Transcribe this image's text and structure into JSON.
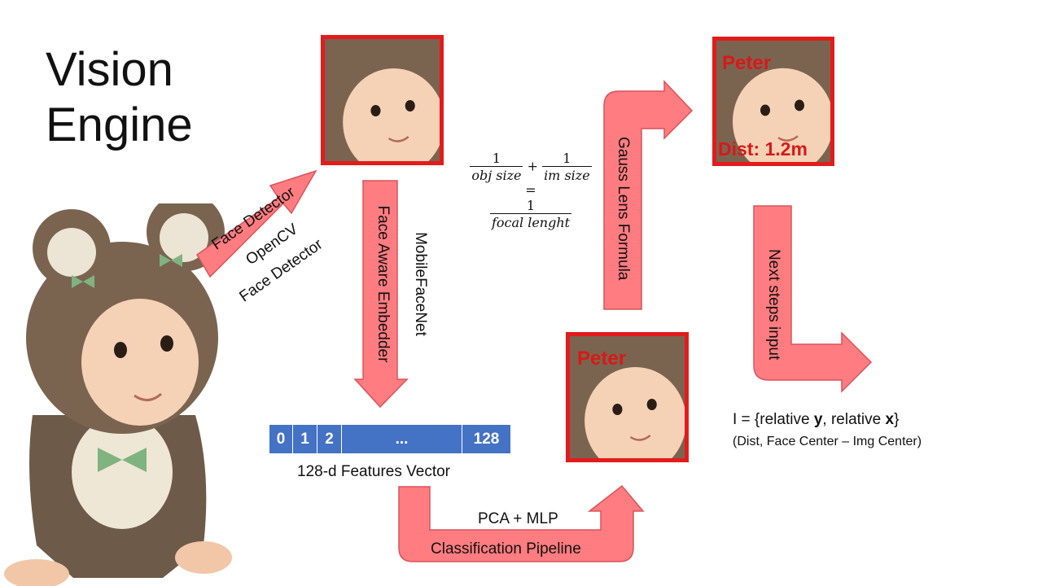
{
  "title": {
    "line1": "Vision",
    "line2": "Engine"
  },
  "arrows": {
    "face_detector": {
      "label": "Face Detector",
      "note_line1": "OpenCV",
      "note_line2": "Face Detector"
    },
    "embedder": {
      "label": "Face Aware Embedder",
      "note": "MobileFaceNet"
    },
    "classification": {
      "label": "Classification Pipeline",
      "note": "PCA + MLP"
    },
    "gauss": {
      "label": "Gauss Lens Formula"
    },
    "next_steps": {
      "label": "Next steps input"
    }
  },
  "vector": {
    "cells": [
      "0",
      "1",
      "2",
      "...",
      "128"
    ],
    "caption": "128-d Features Vector"
  },
  "formula": {
    "term1_num": "1",
    "term1_den": "obj size",
    "plus": "+",
    "term2_num": "1",
    "term2_den": "im size",
    "equals": "=",
    "rhs_num": "1",
    "rhs_den": "focal lenght"
  },
  "frames": {
    "classified_name": "Peter",
    "final_name": "Peter",
    "final_dist": "Dist: 1.2m"
  },
  "output": {
    "line1_prefix": "I = {relative ",
    "line1_y": "y",
    "line1_mid": ", relative ",
    "line1_x": "x",
    "line1_suffix": "}",
    "line2": "(Dist, Face Center – Img Center)"
  },
  "colors": {
    "arrow_fill": "#ff7c80",
    "arrow_stroke": "#d9535a",
    "frame_border": "#e31b1b",
    "vector_cell": "#4472c4"
  }
}
